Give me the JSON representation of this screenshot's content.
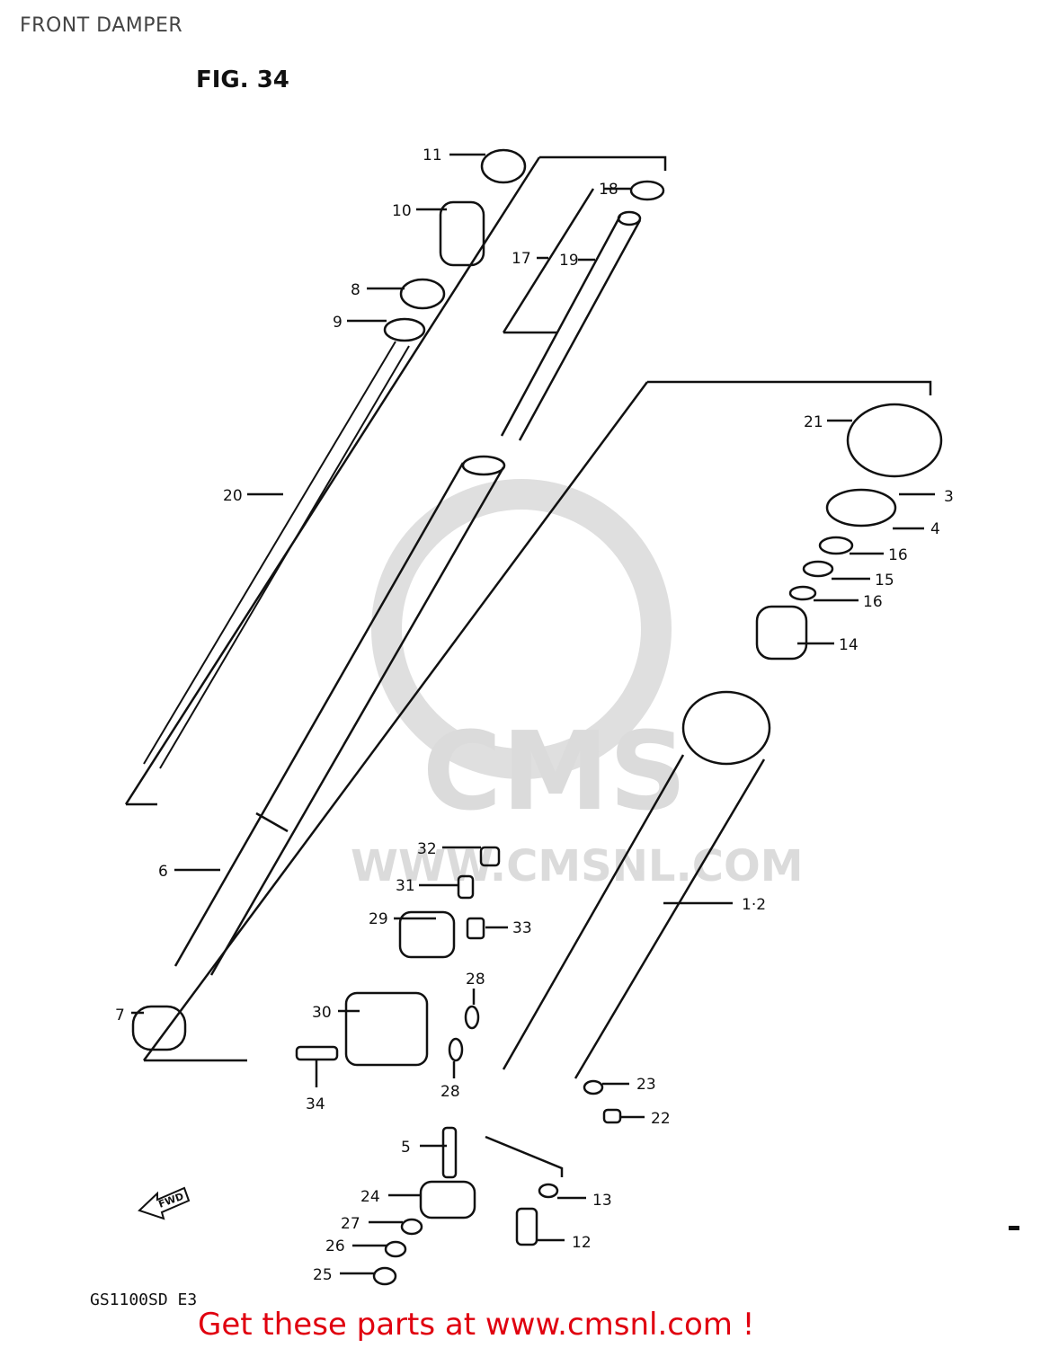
{
  "header": {
    "title": "FRONT DAMPER"
  },
  "figure": {
    "label": "FIG. 34",
    "model": "GS1100SD E3"
  },
  "watermark": {
    "brand": "CMS",
    "url": "WWW.CMSNL.COM"
  },
  "fwd_label": "FWD",
  "callouts": [
    "11",
    "10",
    "8",
    "9",
    "20",
    "18",
    "17",
    "19",
    "21",
    "3",
    "4",
    "16",
    "15",
    "16",
    "14",
    "6",
    "7",
    "32",
    "31",
    "29",
    "33",
    "28",
    "28",
    "30",
    "34",
    "1·2",
    "23",
    "22",
    "5",
    "24",
    "13",
    "27",
    "12",
    "26",
    "25"
  ],
  "footer": {
    "cta": "Get these parts at www.cmsnl.com !"
  },
  "colors": {
    "ink": "#111111",
    "footer": "#e0000f",
    "watermark": "#d8d8d8"
  }
}
